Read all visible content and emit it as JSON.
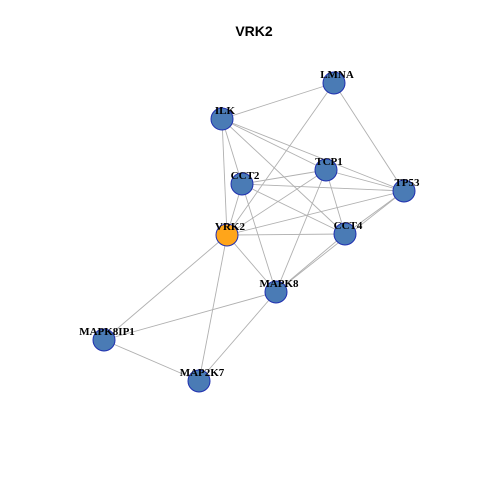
{
  "title": "VRK2",
  "colors": {
    "node_default": "#4a7bb5",
    "node_focus": "#ffa51a",
    "node_border": "#1f2fb0",
    "edge": "#b0b0b0"
  },
  "nodes": [
    {
      "id": "LMNA",
      "label": "LMNA",
      "focus": false
    },
    {
      "id": "ILK",
      "label": "ILK",
      "focus": false
    },
    {
      "id": "TCP1",
      "label": "TCP1",
      "focus": false
    },
    {
      "id": "CCT2",
      "label": "CCT2",
      "focus": false
    },
    {
      "id": "TP53",
      "label": "TP53",
      "focus": false
    },
    {
      "id": "VRK2",
      "label": "VRK2",
      "focus": true
    },
    {
      "id": "CCT4",
      "label": "CCT4",
      "focus": false
    },
    {
      "id": "MAPK8",
      "label": "MAPK8",
      "focus": false
    },
    {
      "id": "MAPK8IP1",
      "label": "MAPK8IP1",
      "focus": false
    },
    {
      "id": "MAP2K7",
      "label": "MAP2K7",
      "focus": false
    }
  ],
  "edges": [
    [
      "ILK",
      "LMNA"
    ],
    [
      "ILK",
      "TCP1"
    ],
    [
      "ILK",
      "CCT2"
    ],
    [
      "ILK",
      "TP53"
    ],
    [
      "ILK",
      "VRK2"
    ],
    [
      "ILK",
      "CCT4"
    ],
    [
      "LMNA",
      "VRK2"
    ],
    [
      "LMNA",
      "TP53"
    ],
    [
      "TCP1",
      "CCT2"
    ],
    [
      "TCP1",
      "TP53"
    ],
    [
      "TCP1",
      "VRK2"
    ],
    [
      "TCP1",
      "CCT4"
    ],
    [
      "TCP1",
      "MAPK8"
    ],
    [
      "CCT2",
      "TP53"
    ],
    [
      "CCT2",
      "VRK2"
    ],
    [
      "CCT2",
      "CCT4"
    ],
    [
      "CCT2",
      "MAPK8"
    ],
    [
      "TP53",
      "VRK2"
    ],
    [
      "TP53",
      "CCT4"
    ],
    [
      "TP53",
      "MAPK8"
    ],
    [
      "VRK2",
      "CCT4"
    ],
    [
      "VRK2",
      "MAPK8"
    ],
    [
      "VRK2",
      "MAPK8IP1"
    ],
    [
      "VRK2",
      "MAP2K7"
    ],
    [
      "CCT4",
      "MAPK8"
    ],
    [
      "MAPK8",
      "MAPK8IP1"
    ],
    [
      "MAPK8",
      "MAP2K7"
    ],
    [
      "MAPK8IP1",
      "MAP2K7"
    ]
  ]
}
